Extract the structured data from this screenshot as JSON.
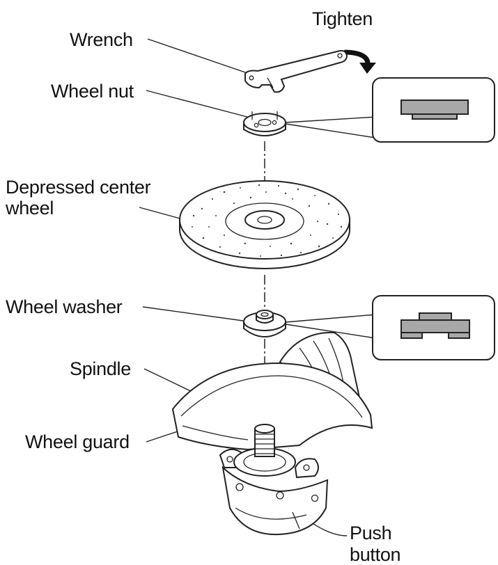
{
  "diagram": {
    "labels": {
      "tighten": "Tighten",
      "wrench": "Wrench",
      "wheel_nut": "Wheel nut",
      "depressed_line1": "Depressed center",
      "depressed_line2": "wheel",
      "wheel_washer": "Wheel washer",
      "spindle": "Spindle",
      "wheel_guard": "Wheel guard",
      "push_line1": "Push",
      "push_line2": "button"
    },
    "icons": {
      "rotation_arrow": "curved-arrow-clockwise-icon",
      "nut_profile": "nut-cross-section-icon",
      "washer_profile": "washer-cross-section-icon"
    },
    "colors": {
      "line": "#222222",
      "profile_fill": "#a8a8a8",
      "background": "#ffffff"
    }
  }
}
